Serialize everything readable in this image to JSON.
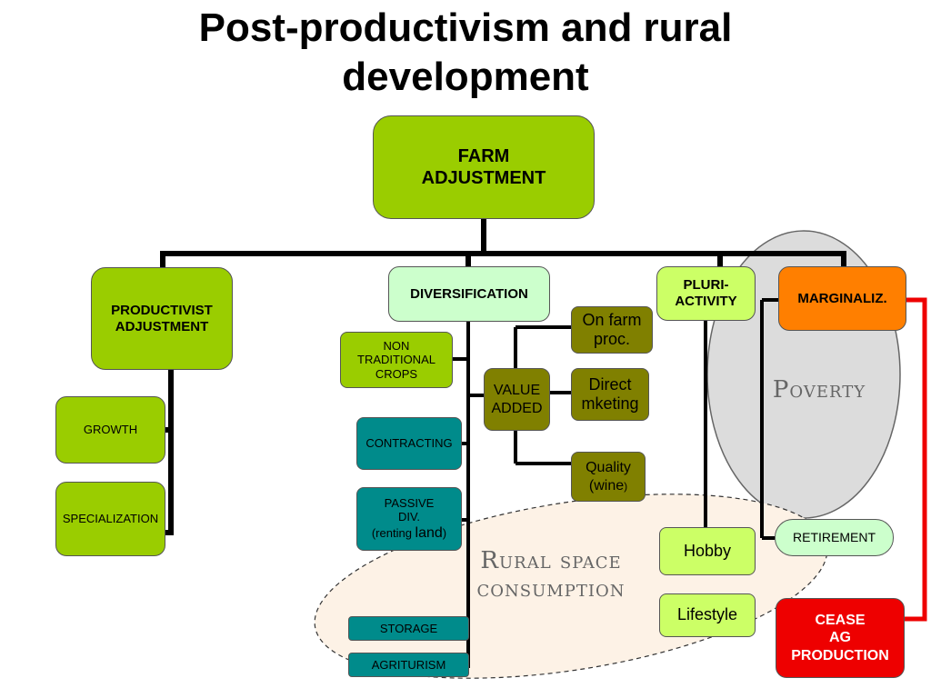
{
  "title": {
    "line1": "Post-productivism and rural",
    "line2": "development"
  },
  "nodes": {
    "farm_adjustment": {
      "line1": "FARM",
      "line2": "ADJUSTMENT"
    },
    "productivist_adjustment": {
      "line1": "PRODUCTIVIST",
      "line2": "ADJUSTMENT"
    },
    "growth": "GROWTH",
    "specialization": "SPECIALIZATION",
    "diversification": "DIVERSIFICATION",
    "non_traditional_crops": {
      "line1": "NON",
      "line2": "TRADITIONAL",
      "line3": "CROPS"
    },
    "contracting": "CONTRACTING",
    "passive_div": {
      "line1": "PASSIVE",
      "line2": "DIV.",
      "line3_a": "(renting ",
      "line3_b": "land",
      "line3_c": ")"
    },
    "storage": "STORAGE",
    "agriturism": "AGRITURISM",
    "value_added": {
      "line1": "VALUE",
      "line2": "ADDED"
    },
    "on_farm_proc": {
      "line1": "On farm",
      "line2": "proc."
    },
    "direct_mketing": {
      "line1": "Direct",
      "line2": "mketing"
    },
    "quality_wine": {
      "line1": "Quality",
      "line2_a": "(wine",
      "line2_b": ")"
    },
    "pluri_activity": {
      "line1": "PLURI-",
      "line2": "ACTIVITY"
    },
    "hobby": "Hobby",
    "lifestyle": "Lifestyle",
    "marginaliz": "MARGINALIZ.",
    "retirement": "RETIREMENT",
    "cease_ag_production": {
      "line1": "CEASE",
      "line2": "AG",
      "line3": "PRODUCTION"
    }
  },
  "regions": {
    "poverty": "Poverty",
    "rural_space_consumption": {
      "line1": "Rural space",
      "line2": "consumption"
    }
  },
  "colors": {
    "green": "#9ACD00",
    "light_green": "#CCFFCC",
    "lime": "#CCFF66",
    "olive": "#808000",
    "teal": "#008B8B",
    "orange": "#FF7F00",
    "red": "#EE0000"
  }
}
